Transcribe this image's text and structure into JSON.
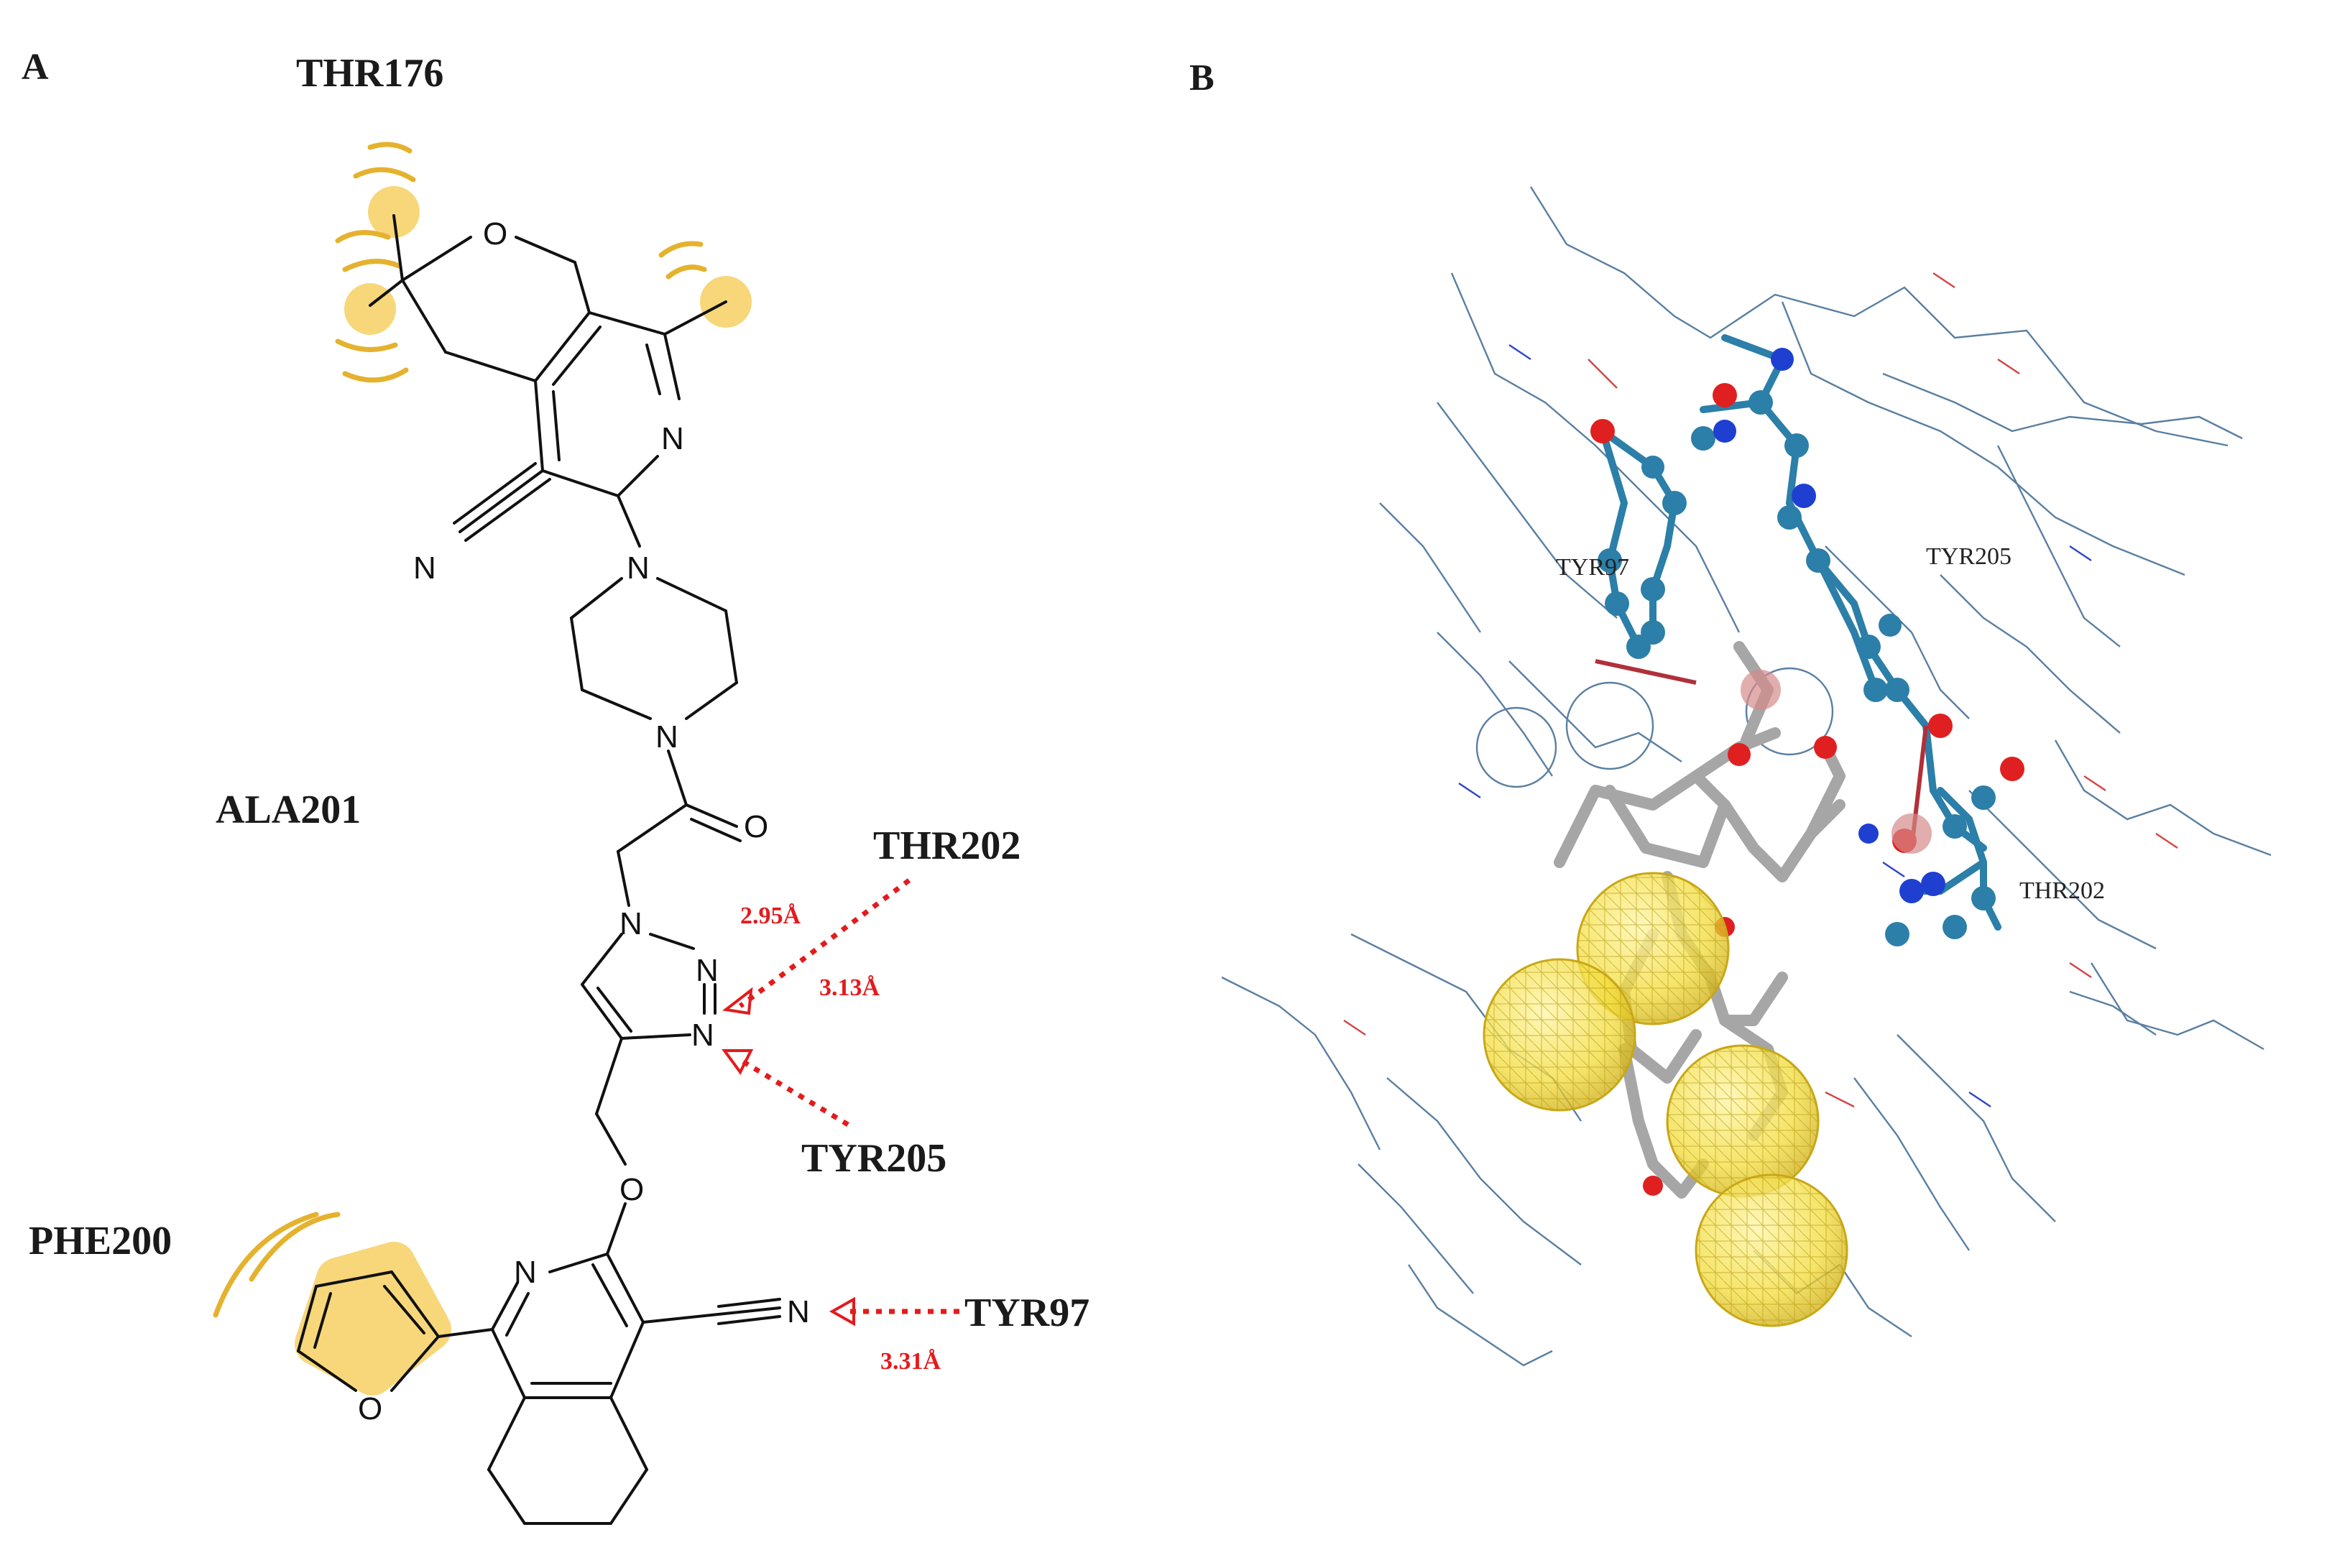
{
  "panel_a": {
    "letter": "A",
    "residues": {
      "thr176": "THR176",
      "ala201": "ALA201",
      "thr202": "THR202",
      "tyr205": "TYR205",
      "phe200": "PHE200",
      "tyr97": "TYR97"
    },
    "distances": {
      "d1": "2.95Å",
      "d2": "3.13Å",
      "d3": "3.31Å"
    },
    "atoms": {
      "o_pyran": "O",
      "n_pyridine": "N",
      "n_nitrile_top": "N",
      "n_pip_top": "N",
      "n_pip_bottom": "N",
      "o_carbonyl": "O",
      "n_triazole_1": "N",
      "n_triazole_2": "N",
      "n_triazole_3": "N",
      "o_ether": "O",
      "n_isoquinoline": "N",
      "o_furan": "O",
      "n_nitrile_bottom": "N"
    }
  },
  "panel_b": {
    "letter": "B",
    "labels": {
      "tyr97": "TYR97",
      "tyr205": "TYR205",
      "thr202": "THR202"
    }
  },
  "colors": {
    "hydrogen_bond": "#e41a1c",
    "hydrophobic": "#e5b22e",
    "ligand_carbon": "#a6a6a6",
    "residue_carbon": "#2b7fa8",
    "oxygen": "#e02020",
    "nitrogen": "#1f3fd0",
    "hydrophobic_sphere": "#f2dc3a"
  }
}
